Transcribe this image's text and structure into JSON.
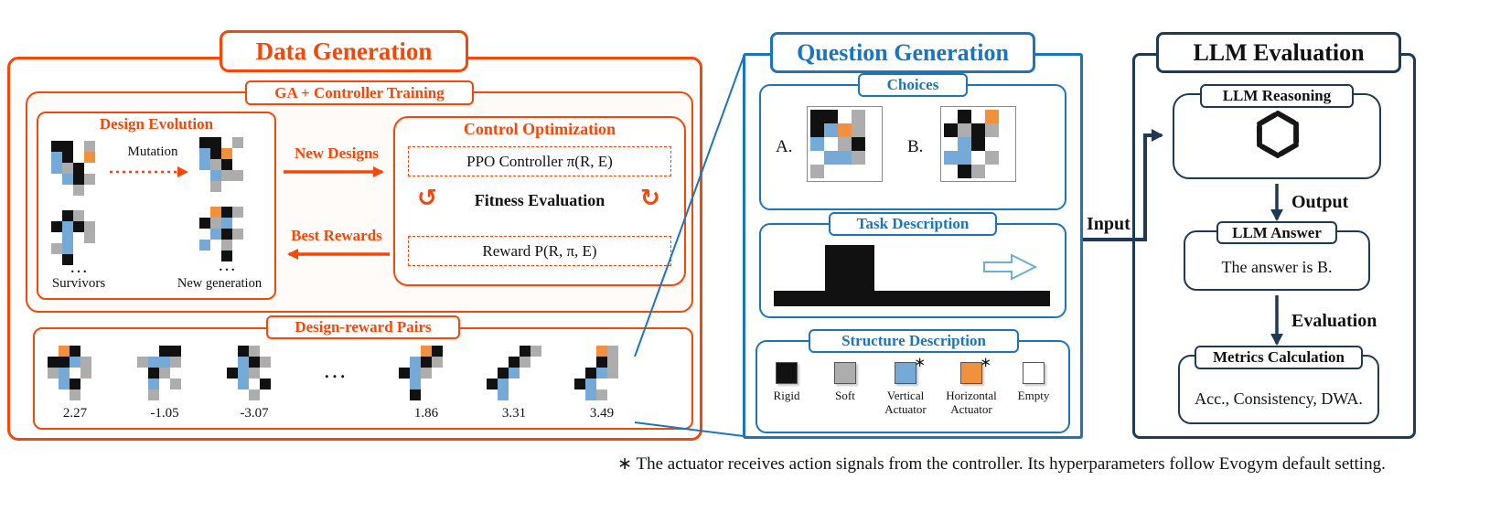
{
  "colors": {
    "accent_orange": "#F54708",
    "accent_blue": "#1B75BC",
    "accent_navy": "#1E3A55",
    "voxel_rigid": "#111111",
    "voxel_soft": "#ADADAD",
    "voxel_vertical_actuator": "#74A9D8",
    "voxel_horizontal_actuator": "#F2913D",
    "voxel_empty": "#FFFFFF"
  },
  "voxel_colors": {
    "K": "#111111",
    "S": "#ADADAD",
    "V": "#74A9D8",
    "H": "#F2913D",
    "E": "transparent"
  },
  "data_generation": {
    "title": "Data Generation",
    "ga_training": {
      "title": "GA + Controller Training",
      "design_evolution": {
        "title": "Design Evolution",
        "mutation_label": "Mutation",
        "survivors_label": "Survivors",
        "new_generation_label": "New generation",
        "ellipsis_left": "…",
        "ellipsis_right": "…",
        "grids": {
          "parent_top": [
            "KKESE",
            "VKEHE",
            "VSKEE",
            "EVKSE",
            "EESEE"
          ],
          "child_top": [
            "KKESE",
            "VKHEE",
            "VSKEE",
            "EVSSE",
            "ESEEE"
          ],
          "parent_bottom": [
            "EKSEE",
            "KVKSE",
            "EVESE",
            "SVEEE",
            "EKEEE"
          ],
          "child_bottom": [
            "EHKSE",
            "KSVEE",
            "EVKSE",
            "VESEE",
            "EEKEE"
          ]
        }
      },
      "new_designs_label": "New Designs",
      "best_rewards_label": "Best Rewards",
      "control_optimization": {
        "title": "Control Optimization",
        "ppo_label": "PPO Controller π(R, E)",
        "fitness_label": "Fitness Evaluation",
        "reward_label": "Reward P(R, π, E)",
        "cycle_left_icon": "↺",
        "cycle_right_icon": "↻"
      }
    },
    "design_reward_pairs": {
      "title": "Design-reward Pairs",
      "ellipsis": "…",
      "pairs": [
        {
          "grid": [
            "EHKEE",
            "KKVSE",
            "SVESE",
            "EVKEE",
            "EESEE"
          ],
          "value": "2.27"
        },
        {
          "grid": [
            "EEKKE",
            "SVVSE",
            "EKSEE",
            "EVESE",
            "ESEEE"
          ],
          "value": "-1.05"
        },
        {
          "grid": [
            "EKSEE",
            "EVKSE",
            "KVSEE",
            "EVEKE",
            "EESEE"
          ],
          "value": "-3.07"
        },
        {
          "grid": [
            "EEHKE",
            "EVKSE",
            "KVSEE",
            "EVEEE",
            "EKEEE"
          ],
          "value": "1.86"
        },
        {
          "grid": [
            "EEEKS",
            "EEKSE",
            "EKVEE",
            "KVEEE",
            "EVEEE"
          ],
          "value": "3.31"
        },
        {
          "grid": [
            "EEHSE",
            "EEKSE",
            "EKVSE",
            "KVEEE",
            "EVSEE"
          ],
          "value": "3.49"
        }
      ]
    }
  },
  "question_generation": {
    "title": "Question Generation",
    "choices": {
      "title": "Choices",
      "option_a_label": "A.",
      "option_b_label": "B.",
      "grid_a": [
        "KKESE",
        "KVHSE",
        "VESKE",
        "EVVSE",
        "SEEEE"
      ],
      "grid_b": [
        "EKEHE",
        "KSKSE",
        "EVKEE",
        "VVESE",
        "EKSEE"
      ]
    },
    "task_description": {
      "title": "Task Description"
    },
    "structure_description": {
      "title": "Structure Description",
      "star": "∗",
      "items": [
        {
          "label": "Rigid",
          "voxel": "K",
          "starred": false
        },
        {
          "label": "Soft",
          "voxel": "S",
          "starred": false
        },
        {
          "label": "Vertical Actuator",
          "voxel": "V",
          "starred": true
        },
        {
          "label": "Horizontal Actuator",
          "voxel": "H",
          "starred": true
        },
        {
          "label": "Empty",
          "voxel": "E",
          "starred": false
        }
      ]
    },
    "input_label": "Input"
  },
  "llm_evaluation": {
    "title": "LLM Evaluation",
    "reasoning": {
      "title": "LLM Reasoning"
    },
    "output_label": "Output",
    "answer": {
      "title": "LLM Answer",
      "text": "The answer is B."
    },
    "evaluation_label": "Evaluation",
    "metrics": {
      "title": "Metrics Calculation",
      "text": "Acc., Consistency, DWA."
    }
  },
  "footnote": "∗ The actuator receives action signals from the controller. Its hyperparameters follow Evogym default setting."
}
